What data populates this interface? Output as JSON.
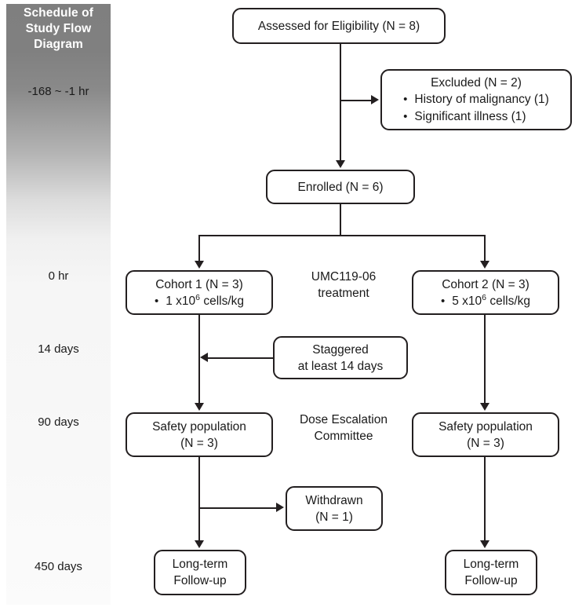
{
  "sidebar": {
    "title": "Schedule of Study Flow Diagram",
    "timepoints": [
      {
        "label": "-168 ~ -1 hr"
      },
      {
        "label": "0 hr"
      },
      {
        "label": "14 days"
      },
      {
        "label": "90 days"
      },
      {
        "label": "450 days"
      }
    ]
  },
  "flow": {
    "eligibility": {
      "text": "Assessed for Eligibility (N = 8)"
    },
    "excluded": {
      "heading": "Excluded (N = 2)",
      "reasons": [
        "History of malignancy (1)",
        "Significant illness (1)"
      ]
    },
    "enrolled": {
      "text": "Enrolled (N = 6)"
    },
    "cohort1": {
      "heading": "Cohort 1 (N = 3)",
      "dose_value": "1 x10",
      "dose_exp": "6",
      "dose_unit": " cells/kg"
    },
    "cohort2": {
      "heading": "Cohort 2 (N = 3)",
      "dose_value": "5 x10",
      "dose_exp": "6",
      "dose_unit": " cells/kg"
    },
    "treatment_label": {
      "line1": "UMC119-06",
      "line2": "treatment"
    },
    "staggered": {
      "line1": "Staggered",
      "line2": "at least 14 days"
    },
    "safety1": {
      "line1": "Safety population",
      "line2": "(N = 3)"
    },
    "safety2": {
      "line1": "Safety population",
      "line2": "(N = 3)"
    },
    "committee_label": {
      "line1": "Dose Escalation",
      "line2": "Committee"
    },
    "withdrawn": {
      "line1": "Withdrawn",
      "line2": "(N = 1)"
    },
    "ltfu1": {
      "line1": "Long-term",
      "line2": "Follow-up"
    },
    "ltfu2": {
      "line1": "Long-term",
      "line2": "Follow-up"
    }
  },
  "colors": {
    "line": "#231f20",
    "sidebar_top": "#7f7f7f",
    "sidebar_bottom": "#fbfbfb",
    "text": "#1a1a1a"
  }
}
